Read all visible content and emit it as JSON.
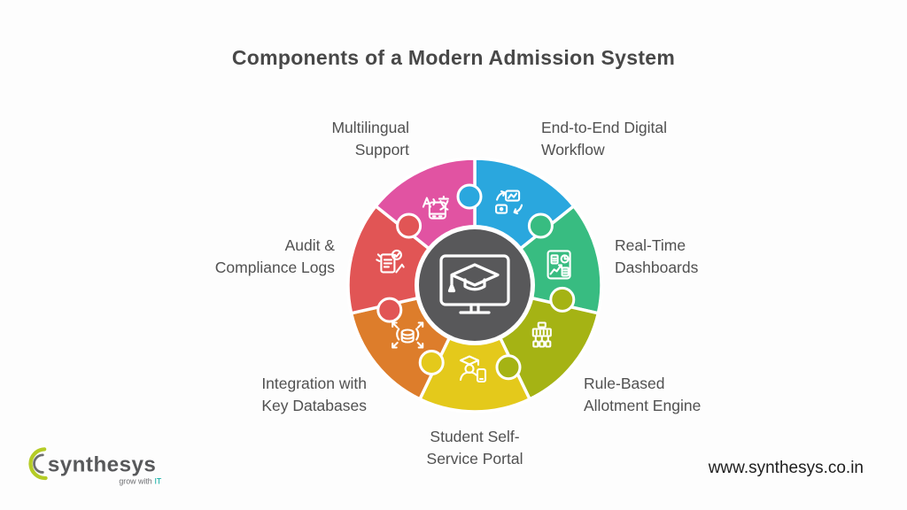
{
  "title": "Components of a Modern Admission System",
  "diagram": {
    "center": {
      "color": "#58585a",
      "ring_color": "#ffffff",
      "icon": "graduation-cap-monitor-icon"
    },
    "segments": [
      {
        "id": "end-to-end-digital-workflow",
        "label": "End-to-End Digital\nWorkflow",
        "color": "#2aa7de",
        "icon": "digital-workflow-icon"
      },
      {
        "id": "real-time-dashboards",
        "label": "Real-Time\nDashboards",
        "color": "#38bc81",
        "icon": "dashboard-icon"
      },
      {
        "id": "rule-based-allotment-engine",
        "label": "Rule-Based\nAllotment Engine",
        "color": "#a5b314",
        "icon": "allotment-engine-icon"
      },
      {
        "id": "student-self-service-portal",
        "label": "Student Self-\nService Portal",
        "color": "#e4c91b",
        "icon": "student-portal-icon"
      },
      {
        "id": "integration-with-key-databases",
        "label": "Integration with\nKey Databases",
        "color": "#dd7d2b",
        "icon": "database-integration-icon"
      },
      {
        "id": "audit-compliance-logs",
        "label": "Audit &\nCompliance Logs",
        "color": "#e15555",
        "icon": "audit-log-icon"
      },
      {
        "id": "multilingual-support",
        "label": "Multilingual\nSupport",
        "color": "#e153a2",
        "icon": "translation-icon"
      }
    ]
  },
  "footer": {
    "logo_text": "synthesys",
    "logo_text_color": "#58595b",
    "logo_green": "#b5cc26",
    "logo_gray": "#6d6e71",
    "tagline_prefix": "grow with",
    "tagline_highlight": "IT",
    "tagline_highlight_color": "#00a79c",
    "website": "www.synthesys.co.in"
  }
}
